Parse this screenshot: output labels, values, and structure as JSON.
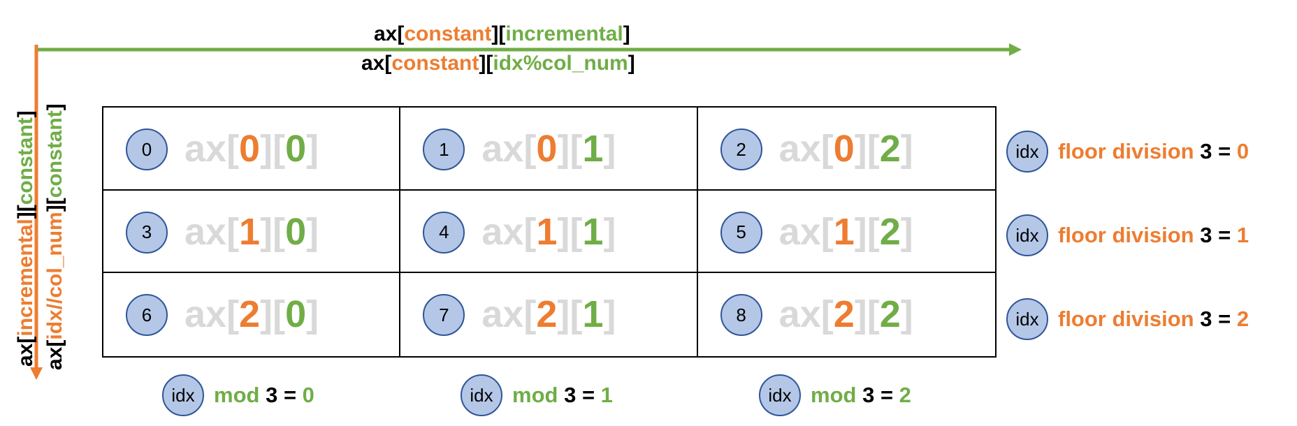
{
  "colors": {
    "orange": "#ed7d31",
    "green": "#70ad47",
    "circle_fill": "#b4c7e7",
    "circle_border": "#2f5597",
    "ax_gray": "#d9d9d9"
  },
  "top_axis": {
    "line1": {
      "prefix": "ax[",
      "a": "constant",
      "mid": "][",
      "b": "incremental",
      "suffix": "]"
    },
    "line2": {
      "prefix": "ax[",
      "a": "constant",
      "mid": "][",
      "b": "idx%col_num",
      "suffix": "]"
    }
  },
  "left_axis": {
    "line1": {
      "prefix": "ax[",
      "a": "incremental",
      "mid": "][",
      "b": "constant",
      "suffix": "]"
    },
    "line2": {
      "prefix": "ax[",
      "a": "idx//col_num",
      "mid": "][",
      "b": "constant",
      "suffix": "]"
    }
  },
  "grid": {
    "ax_prefix": "ax[",
    "ax_mid": "][",
    "ax_suffix": "]",
    "cells": [
      {
        "idx": "0",
        "row": "0",
        "col": "0"
      },
      {
        "idx": "1",
        "row": "0",
        "col": "1"
      },
      {
        "idx": "2",
        "row": "0",
        "col": "2"
      },
      {
        "idx": "3",
        "row": "1",
        "col": "0"
      },
      {
        "idx": "4",
        "row": "1",
        "col": "1"
      },
      {
        "idx": "5",
        "row": "1",
        "col": "2"
      },
      {
        "idx": "6",
        "row": "2",
        "col": "0"
      },
      {
        "idx": "7",
        "row": "2",
        "col": "1"
      },
      {
        "idx": "8",
        "row": "2",
        "col": "2"
      }
    ]
  },
  "row_labels": {
    "idx": "idx",
    "op": "floor division",
    "divisor": "3",
    "eq": "=",
    "results": [
      "0",
      "1",
      "2"
    ]
  },
  "col_labels": {
    "idx": "idx",
    "op": "mod",
    "divisor": "3",
    "eq": "=",
    "results": [
      "0",
      "1",
      "2"
    ]
  }
}
